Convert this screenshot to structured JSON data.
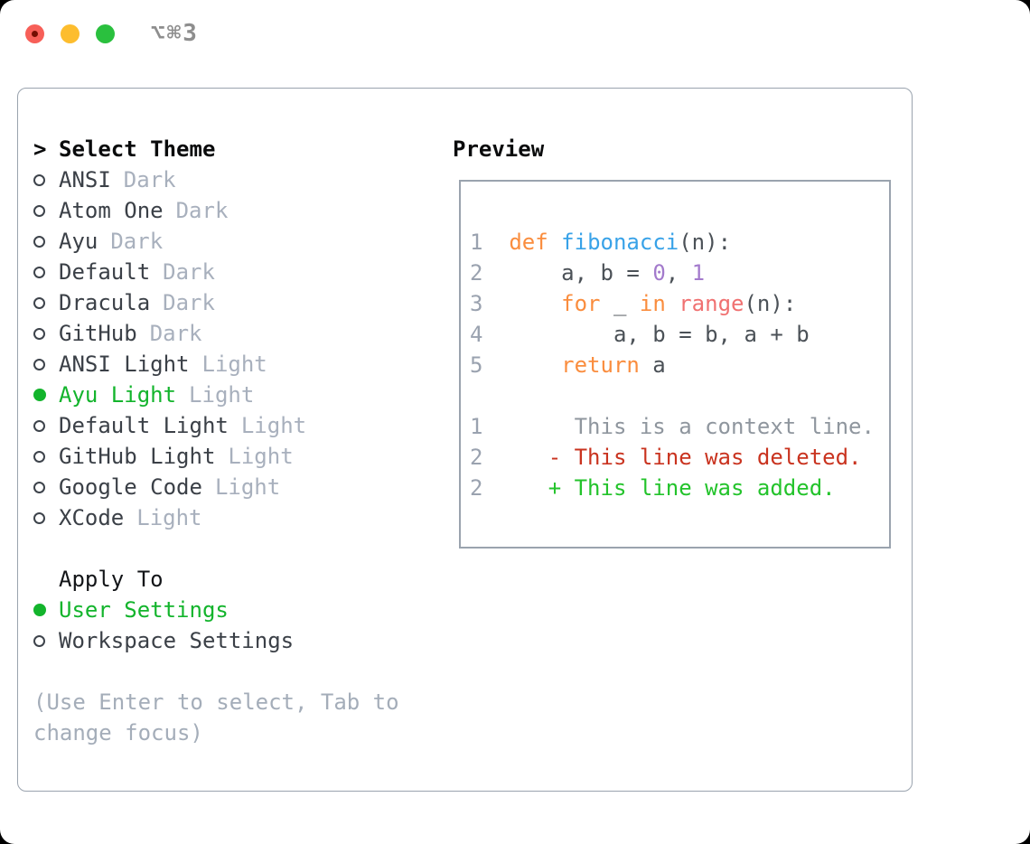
{
  "window": {
    "title": "⌥⌘3",
    "controls": [
      {
        "icon": "close-icon",
        "color": "#f75f58"
      },
      {
        "icon": "minimize-icon",
        "color": "#fdbd2e"
      },
      {
        "icon": "zoom-icon",
        "color": "#2ac03e"
      }
    ]
  },
  "theme_panel": {
    "header": {
      "prompt": ">",
      "label": "Select Theme"
    },
    "themes": [
      {
        "name": "ANSI",
        "tag": "Dark",
        "selected": false
      },
      {
        "name": "Atom One",
        "tag": "Dark",
        "selected": false
      },
      {
        "name": "Ayu",
        "tag": "Dark",
        "selected": false
      },
      {
        "name": "Default",
        "tag": "Dark",
        "selected": false
      },
      {
        "name": "Dracula",
        "tag": "Dark",
        "selected": false
      },
      {
        "name": "GitHub",
        "tag": "Dark",
        "selected": false
      },
      {
        "name": "ANSI Light",
        "tag": "Light",
        "selected": false
      },
      {
        "name": "Ayu Light",
        "tag": "Light",
        "selected": true
      },
      {
        "name": "Default Light",
        "tag": "Light",
        "selected": false
      },
      {
        "name": "GitHub Light",
        "tag": "Light",
        "selected": false
      },
      {
        "name": "Google Code",
        "tag": "Light",
        "selected": false
      },
      {
        "name": "XCode",
        "tag": "Light",
        "selected": false
      }
    ],
    "apply_to": {
      "label": "Apply To",
      "options": [
        {
          "name": "User Settings",
          "selected": true
        },
        {
          "name": "Workspace Settings",
          "selected": false
        }
      ]
    },
    "hint": "(Use Enter to select, Tab to change focus)"
  },
  "preview": {
    "label": "Preview",
    "lines": [
      [
        {
          "t": "1",
          "c": "ln"
        },
        {
          "t": "  "
        },
        {
          "t": "def",
          "c": "kw"
        },
        {
          "t": " "
        },
        {
          "t": "fibonacci",
          "c": "fn"
        },
        {
          "t": "(n):"
        }
      ],
      [
        {
          "t": "2",
          "c": "ln"
        },
        {
          "t": "      "
        },
        {
          "t": "a, b = "
        },
        {
          "t": "0",
          "c": "num"
        },
        {
          "t": ", "
        },
        {
          "t": "1",
          "c": "num"
        }
      ],
      [
        {
          "t": "3",
          "c": "ln"
        },
        {
          "t": "      "
        },
        {
          "t": "for",
          "c": "kw"
        },
        {
          "t": " _ "
        },
        {
          "t": "in",
          "c": "kw"
        },
        {
          "t": " "
        },
        {
          "t": "range",
          "c": "bi"
        },
        {
          "t": "(n):"
        }
      ],
      [
        {
          "t": "4",
          "c": "ln"
        },
        {
          "t": "          "
        },
        {
          "t": "a, b = b, a + b"
        }
      ],
      [
        {
          "t": "5",
          "c": "ln"
        },
        {
          "t": "      "
        },
        {
          "t": "return",
          "c": "kw"
        },
        {
          "t": " a"
        }
      ],
      [],
      [
        {
          "t": "1",
          "c": "ln"
        },
        {
          "t": "       "
        },
        {
          "t": "This is a context line.",
          "c": "ctx"
        }
      ],
      [
        {
          "t": "2",
          "c": "ln"
        },
        {
          "t": "     "
        },
        {
          "t": "- This line was deleted.",
          "c": "del"
        }
      ],
      [
        {
          "t": "2",
          "c": "ln"
        },
        {
          "t": "     "
        },
        {
          "t": "+ This line was added.",
          "c": "add"
        }
      ]
    ]
  },
  "colors": {
    "selection_green": "#13b42c",
    "added_green": "#23c32b",
    "deleted_red": "#c9331f",
    "keyword_orange": "#fa8d3e",
    "function_blue": "#38a2e8",
    "builtin_coral": "#f07171",
    "number_purple": "#a37acc",
    "line_number_gray": "#9aa2af",
    "code_default": "#4b5157",
    "tag_gray": "#a8b0bd",
    "hint_gray": "#a4adb9",
    "panel_border": "#9aa3ae"
  }
}
